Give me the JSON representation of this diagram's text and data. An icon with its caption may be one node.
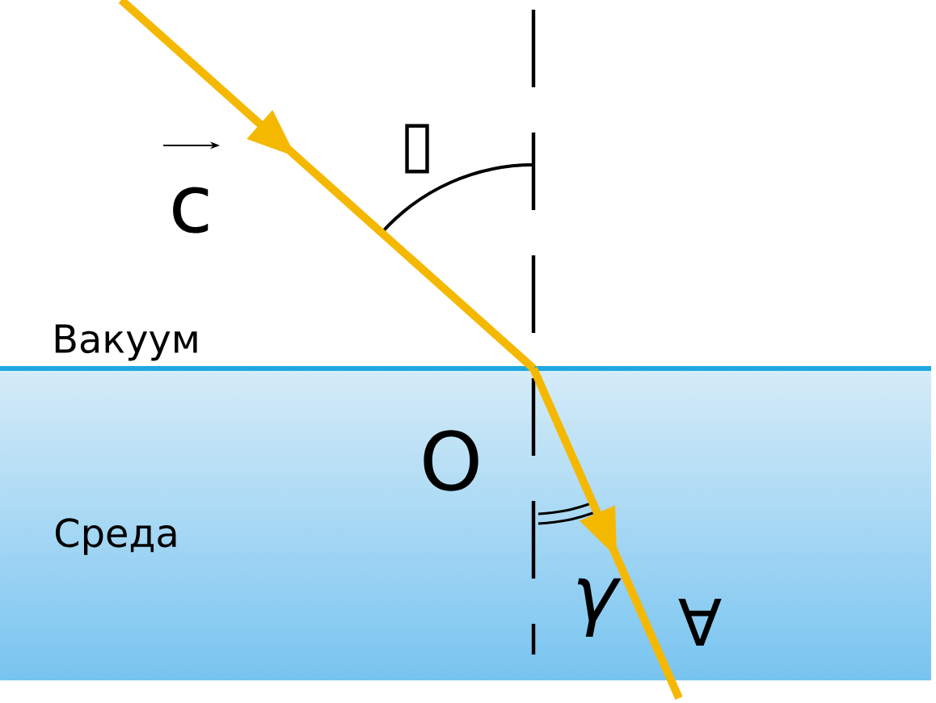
{
  "diagram": {
    "labels": [
      "c",
      "▯",
      "Вакуум",
      "Среда",
      "O",
      "γ",
      "∀"
    ]
  }
}
